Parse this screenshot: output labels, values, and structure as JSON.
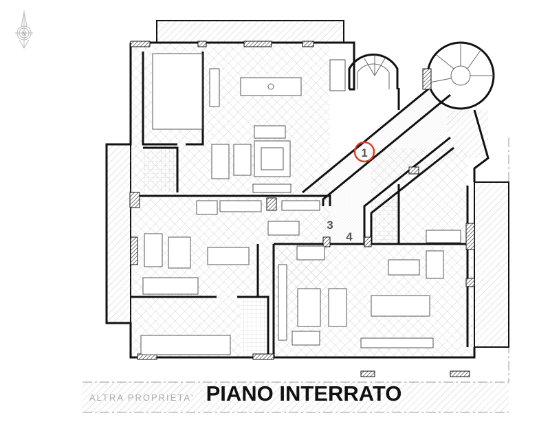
{
  "plan": {
    "title": "PIANO INTERRATO",
    "neighbor_label": "ALTRA PROPRIETA'",
    "compass_letter": "N",
    "unit_labels": [
      "1",
      "3",
      "4"
    ],
    "highlight_color": "#d9412a"
  }
}
